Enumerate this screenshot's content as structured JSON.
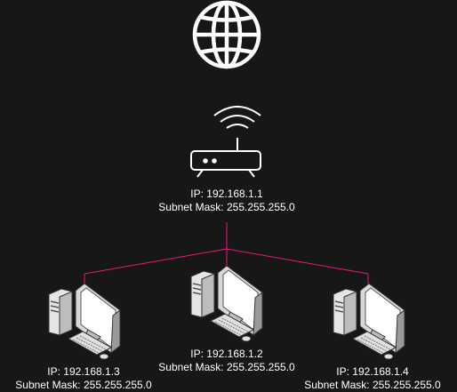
{
  "colors": {
    "background": "#171717",
    "icon_stroke": "#ffffff",
    "link_line": "#e6197a",
    "computer_body": "#e6e6e6",
    "computer_shade": "#9a9a9a",
    "screen_border": "#555555"
  },
  "icons": {
    "internet": "globe-icon",
    "router": "wireless-router-icon",
    "computer": "desktop-computer-icon"
  },
  "router": {
    "ip": "IP: 192.168.1.1",
    "subnet": "Subnet Mask: 255.255.255.0"
  },
  "computers": [
    {
      "id": "pc-left",
      "ip": "IP: 192.168.1.3",
      "subnet": "Subnet Mask: 255.255.255.0"
    },
    {
      "id": "pc-center",
      "ip": "IP: 192.168.1.2",
      "subnet": "Subnet Mask: 255.255.255.0"
    },
    {
      "id": "pc-right",
      "ip": "IP: 192.168.1.4",
      "subnet": "Subnet Mask: 255.255.255.0"
    }
  ]
}
